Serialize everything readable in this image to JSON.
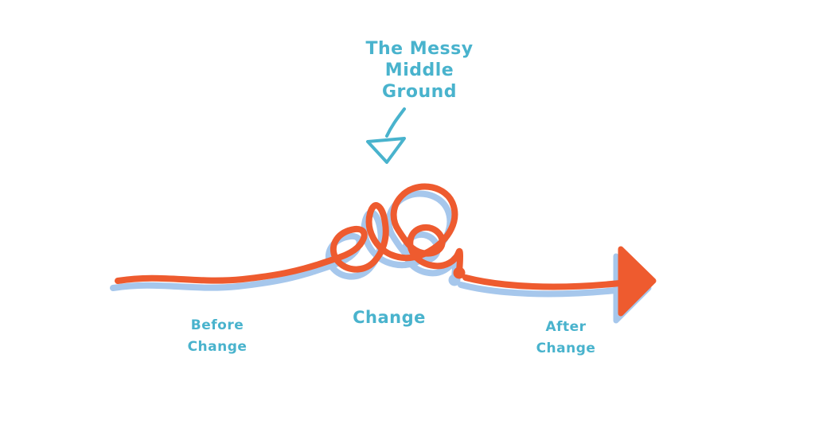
{
  "title": "The Messy\nMiddle\nGround",
  "labels": {
    "before": "Before\nChange",
    "middle": "Change",
    "after": "After\nChange"
  },
  "icons": {
    "down_arrow": "hand-drawn-down-arrow",
    "right_arrow": "solid-right-arrowhead"
  },
  "colors": {
    "line-orange": "#EE5B2F",
    "shadow-blue": "#A6C7EC",
    "text-cyan": "#49B3CD",
    "background": "#FFFFFF"
  }
}
